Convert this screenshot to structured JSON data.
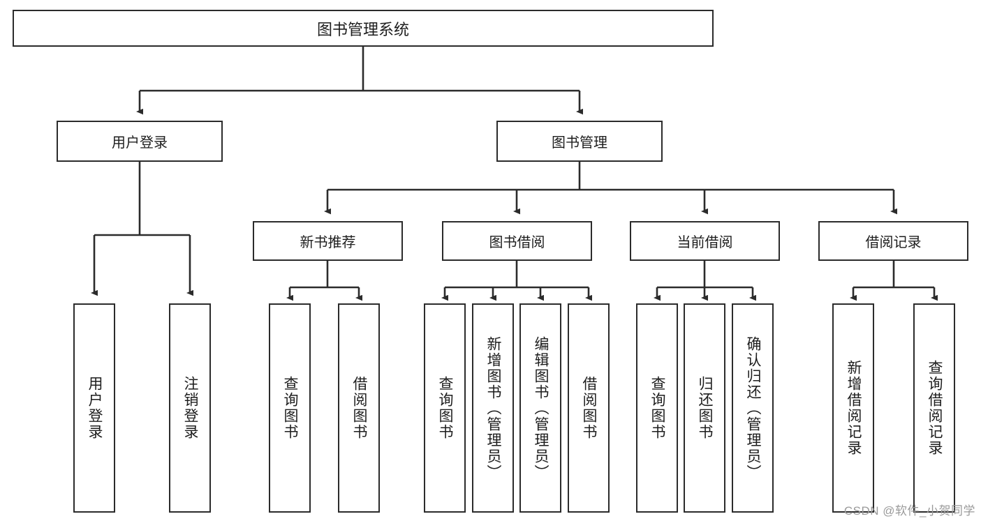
{
  "diagram": {
    "type": "tree-hierarchy",
    "title": "图书管理系统",
    "root": {
      "label": "图书管理系统"
    },
    "level2": [
      {
        "id": "user-login",
        "label": "用户登录"
      },
      {
        "id": "book-management",
        "label": "图书管理"
      }
    ],
    "level3": [
      {
        "id": "new-book-recommend",
        "label": "新书推荐",
        "parent": "book-management"
      },
      {
        "id": "book-borrow",
        "label": "图书借阅",
        "parent": "book-management"
      },
      {
        "id": "current-borrow",
        "label": "当前借阅",
        "parent": "book-management"
      },
      {
        "id": "borrow-record",
        "label": "借阅记录",
        "parent": "book-management"
      }
    ],
    "leaves": [
      {
        "id": "leaf-user-login",
        "label": "用户登录",
        "parent": "user-login"
      },
      {
        "id": "leaf-logout",
        "label": "注销登录",
        "parent": "user-login"
      },
      {
        "id": "leaf-query-book-1",
        "label": "查询图书",
        "parent": "new-book-recommend"
      },
      {
        "id": "leaf-borrow-book-1",
        "label": "借阅图书",
        "parent": "new-book-recommend"
      },
      {
        "id": "leaf-query-book-2",
        "label": "查询图书",
        "parent": "book-borrow"
      },
      {
        "id": "leaf-add-book",
        "label": "新增图书（管理员）",
        "parent": "book-borrow"
      },
      {
        "id": "leaf-edit-book",
        "label": "编辑图书（管理员）",
        "parent": "book-borrow"
      },
      {
        "id": "leaf-borrow-book-2",
        "label": "借阅图书",
        "parent": "book-borrow"
      },
      {
        "id": "leaf-query-book-3",
        "label": "查询图书",
        "parent": "current-borrow"
      },
      {
        "id": "leaf-return-book",
        "label": "归还图书",
        "parent": "current-borrow"
      },
      {
        "id": "leaf-confirm-return",
        "label": "确认归还（管理员）",
        "parent": "current-borrow"
      },
      {
        "id": "leaf-add-record",
        "label": "新增借阅记录",
        "parent": "borrow-record"
      },
      {
        "id": "leaf-query-record",
        "label": "查询借阅记录",
        "parent": "borrow-record"
      }
    ]
  },
  "watermark": {
    "text": "CSDN @软件_小贺同学"
  },
  "colors": {
    "stroke": "#2b2b2b",
    "background": "#ffffff",
    "text": "#1d1d1d",
    "watermark": "#9a9a9a"
  }
}
